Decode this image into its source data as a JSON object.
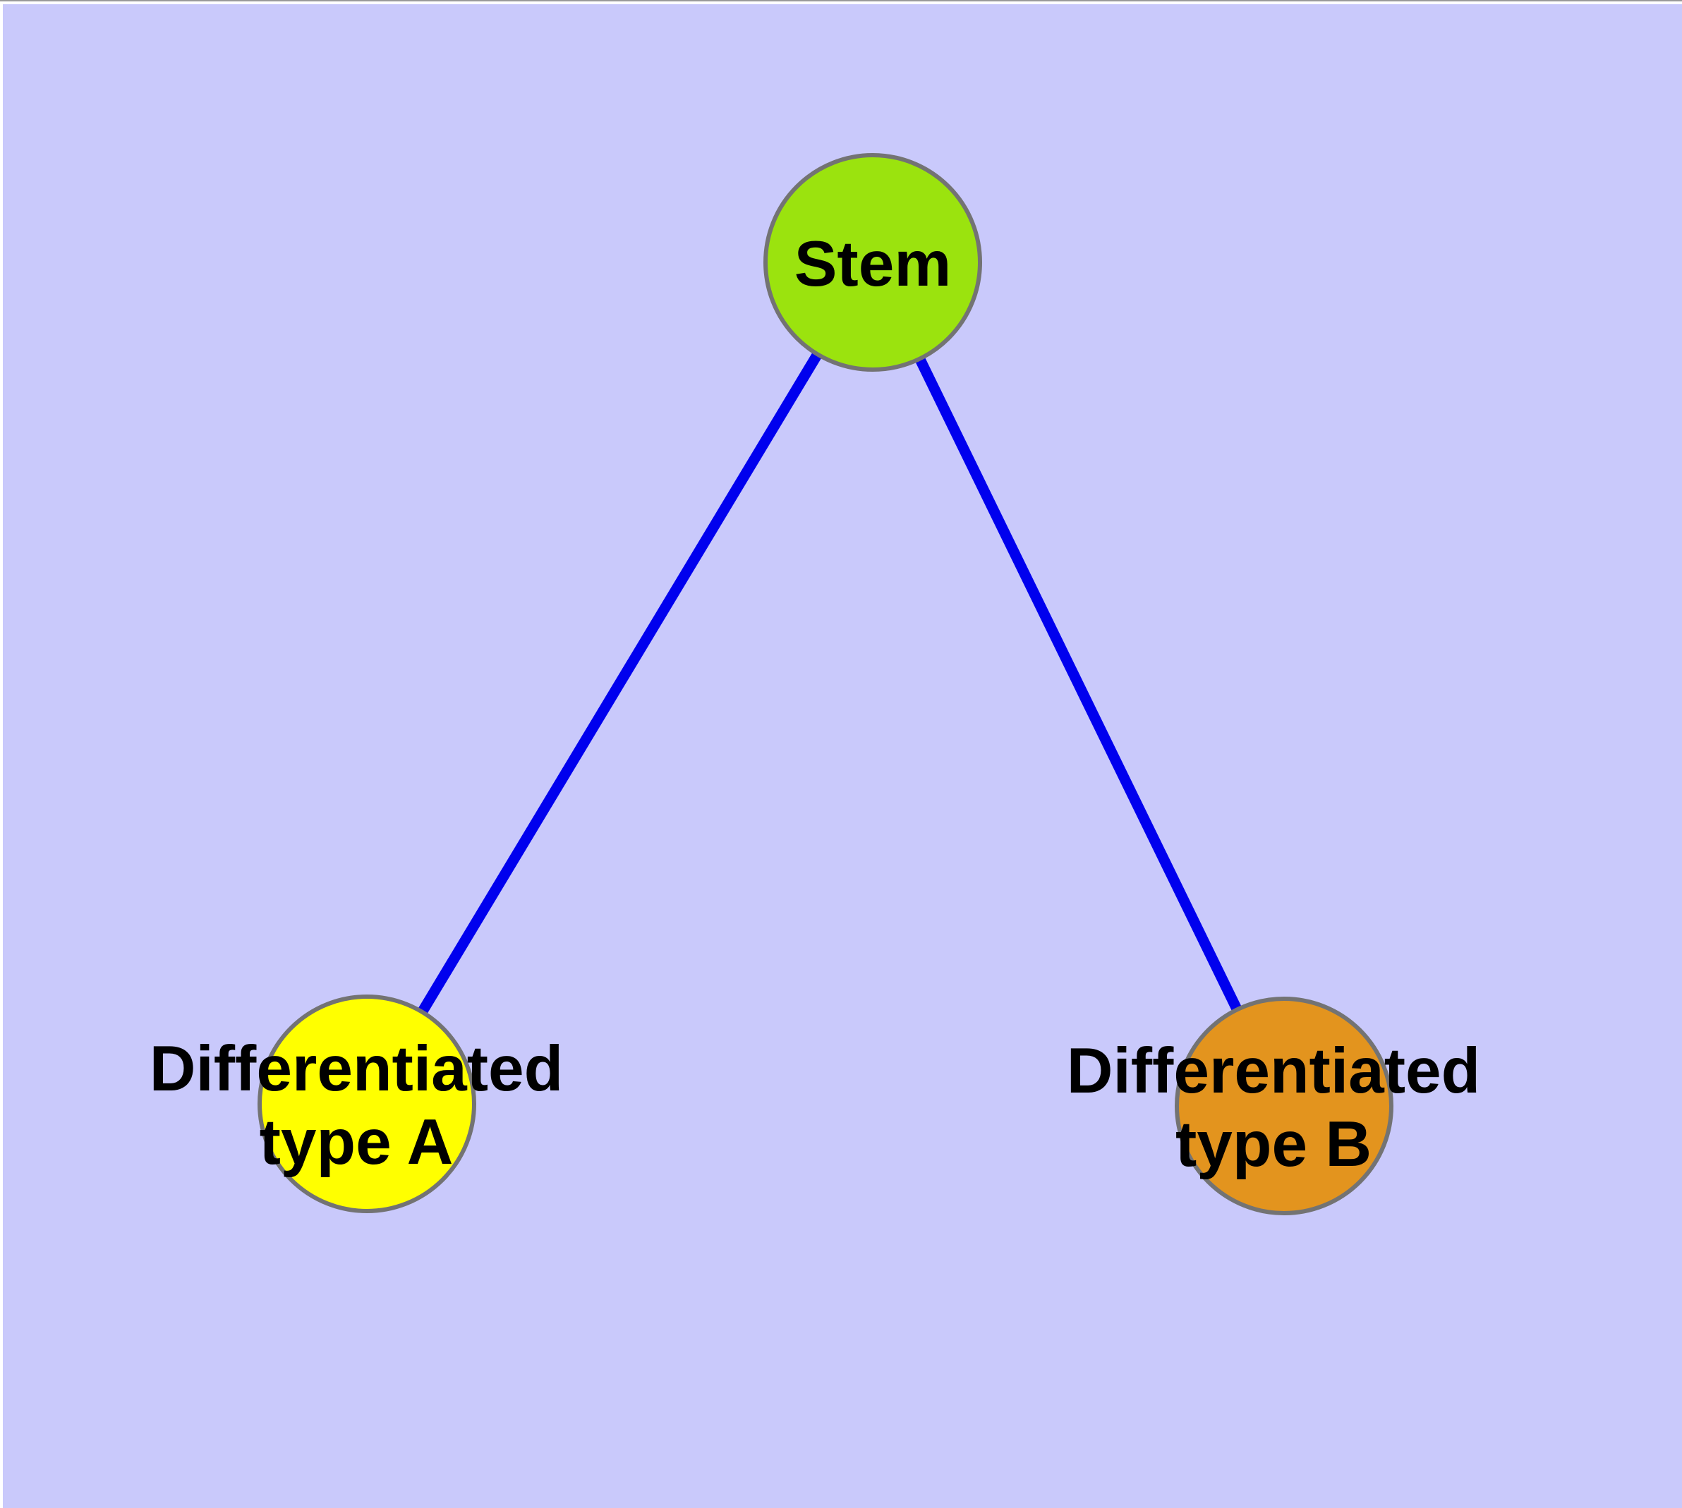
{
  "background": {
    "page_color": "#ffffff",
    "canvas_color": "#c9c9fb",
    "top_hairline_color": "#9a9a9a"
  },
  "graph": {
    "text_color": "#000000",
    "edge_color": "#0000ee",
    "node_border_color": "#737373",
    "nodes": {
      "stem": {
        "label": "Stem",
        "fill": "#9be30e"
      },
      "type_a": {
        "label_line1": "Differentiated",
        "label_line2": "type A",
        "fill": "#ffff00"
      },
      "type_b": {
        "label_line1": "Differentiated",
        "label_line2": "type B",
        "fill": "#e3941e"
      }
    },
    "edges": [
      {
        "from": "Stem",
        "to": "Differentiated type A"
      },
      {
        "from": "Stem",
        "to": "Differentiated type B"
      }
    ]
  }
}
